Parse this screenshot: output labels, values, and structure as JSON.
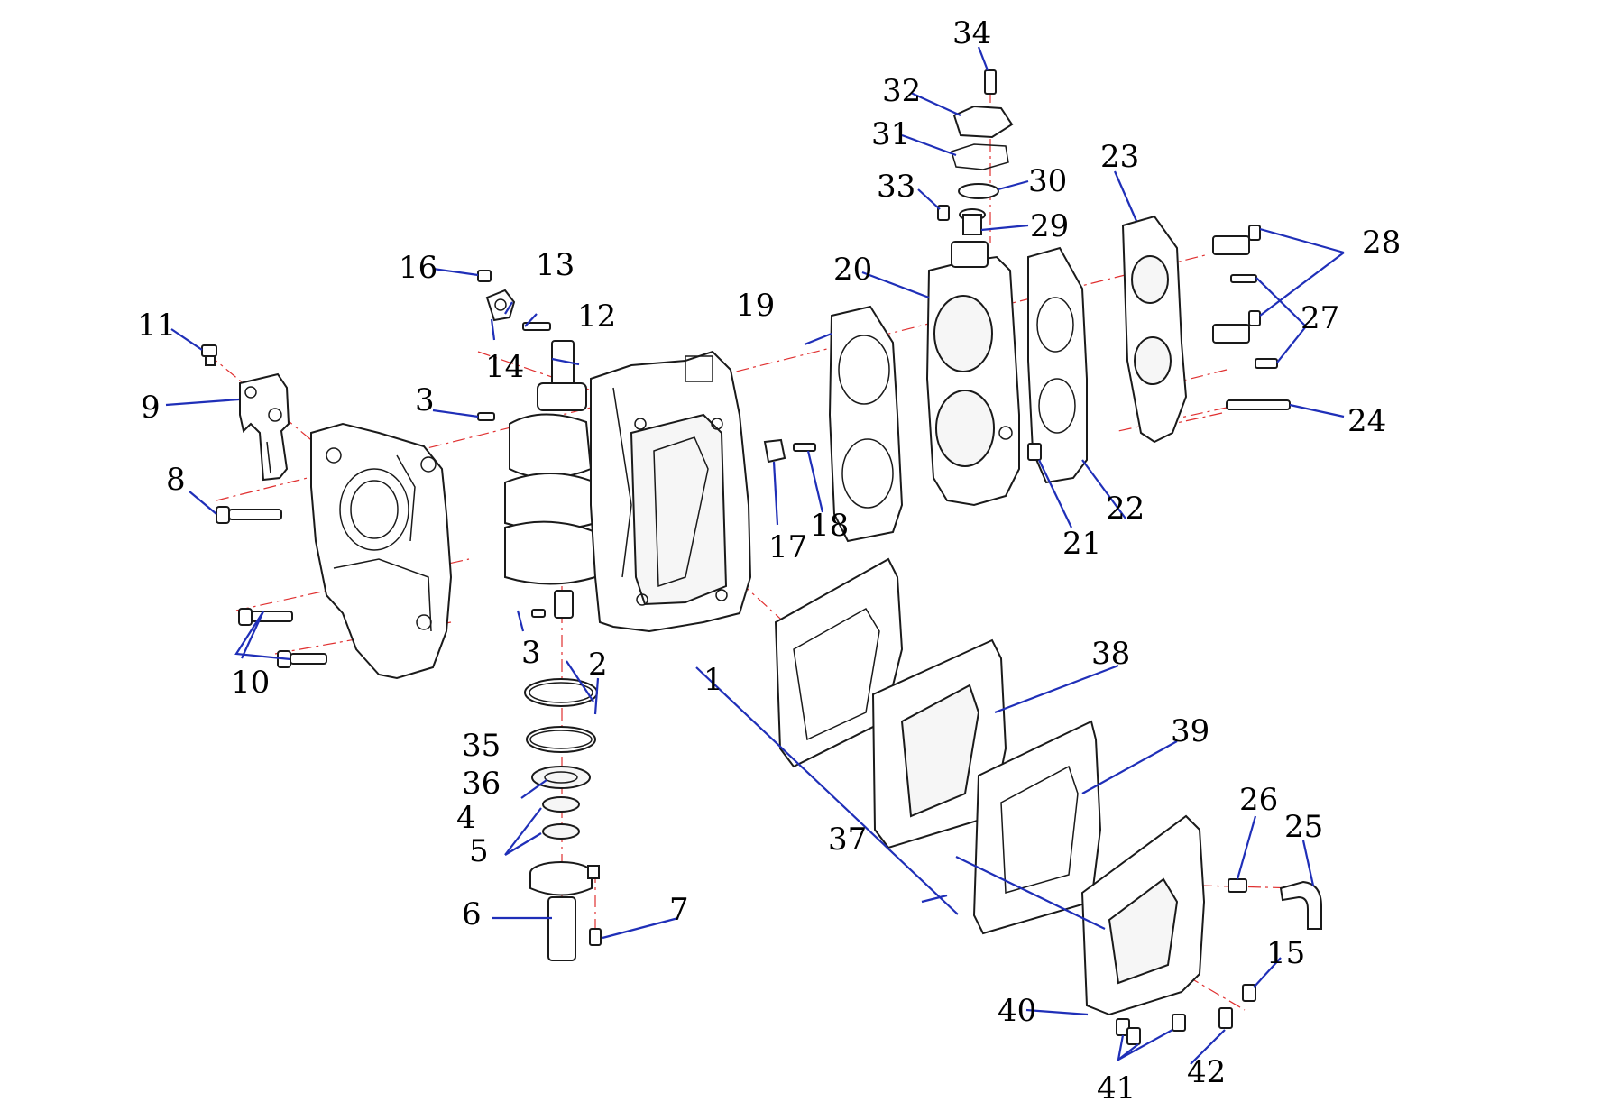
{
  "colors": {
    "leader_line": "#1f2fb8",
    "center_line": "#e03030",
    "outline": "#1a1a1a",
    "background": "#ffffff"
  },
  "callouts": {
    "c1": "1",
    "c2": "2",
    "c3a": "3",
    "c3b": "3",
    "c4": "4",
    "c5": "5",
    "c6": "6",
    "c7": "7",
    "c8": "8",
    "c9": "9",
    "c10": "10",
    "c11": "11",
    "c12": "12",
    "c13": "13",
    "c14": "14",
    "c15": "15",
    "c16": "16",
    "c17": "17",
    "c18": "18",
    "c19": "19",
    "c20": "20",
    "c21": "21",
    "c22": "22",
    "c23": "23",
    "c24": "24",
    "c25": "25",
    "c26": "26",
    "c27": "27",
    "c28": "28",
    "c29": "29",
    "c30": "30",
    "c31": "31",
    "c32": "32",
    "c33": "33",
    "c34": "34",
    "c35": "35",
    "c36": "36",
    "c37": "37",
    "c38": "38",
    "c39": "39",
    "c40": "40",
    "c41": "41",
    "c42": "42"
  }
}
